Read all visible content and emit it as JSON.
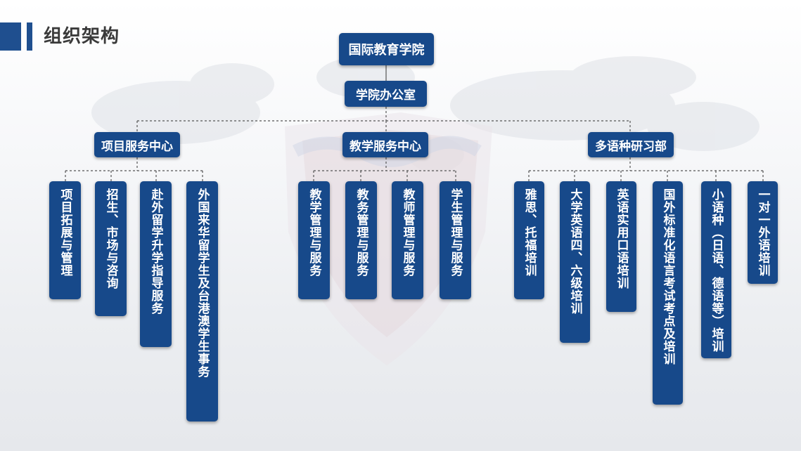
{
  "page_title": "组织架构",
  "root": "国际教育学院",
  "office": "学院办公室",
  "centers": [
    {
      "label": "项目服务中心",
      "children": [
        "项目拓展与管理",
        "招生、市场与咨询",
        "赴外留学升学指导服务",
        "外国来华留学生及台港澳学生事务"
      ]
    },
    {
      "label": "教学服务中心",
      "children": [
        "教学管理与服务",
        "教务管理与服务",
        "教师管理与服务",
        "学生管理与服务"
      ]
    },
    {
      "label": "多语种研习部",
      "children": [
        "雅思、托福培训",
        "大学英语四、六级培训",
        "英语实用口语培训",
        "国外标准化语言考试考点及培训",
        "小语种（日语、德语等）培训",
        "一对一外语培训"
      ]
    }
  ],
  "colors": {
    "node_bg": "#17498a",
    "node_text": "#ffffff",
    "accent": "#1f4f8f",
    "connector": "#555555"
  }
}
